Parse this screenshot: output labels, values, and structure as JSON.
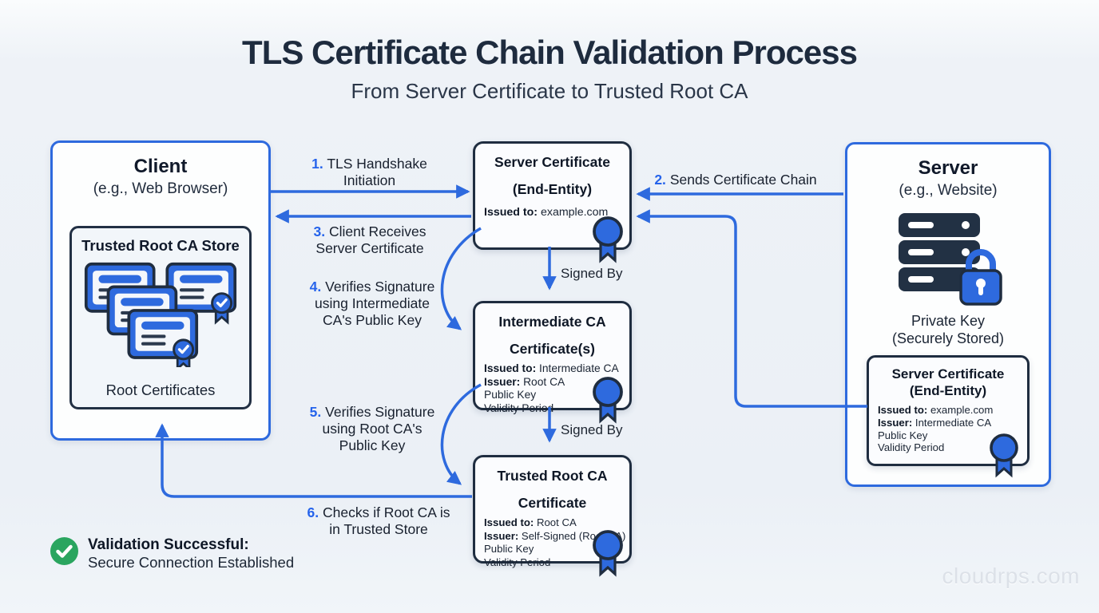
{
  "title": "TLS Certificate Chain Validation Process",
  "subtitle": "From Server Certificate to Trusted Root CA",
  "client": {
    "title": "Client",
    "subtitle": "(e.g., Web Browser)",
    "store_title": "Trusted Root CA Store",
    "store_caption": "Root Certificates"
  },
  "server": {
    "title": "Server",
    "subtitle": "(e.g., Website)",
    "private_key_line1": "Private Key",
    "private_key_line2": "(Securely Stored)",
    "certificate": {
      "title_line1": "Server Certificate",
      "title_line2": "(End-Entity)",
      "issued_to_label": "Issued to:",
      "issued_to_value": "example.com",
      "issuer_label": "Issuer:",
      "issuer_value": "Intermediate CA",
      "public_key": "Public Key",
      "validity_period": "Validity Period"
    }
  },
  "chain": {
    "server_cert": {
      "title_line1": "Server Certificate",
      "title_line2": "(End-Entity)",
      "issued_to_label": "Issued to:",
      "issued_to_value": "example.com"
    },
    "intermediate_cert": {
      "title_line1": "Intermediate CA",
      "title_line2": "Certificate(s)",
      "issued_to_label": "Issued to:",
      "issued_to_value": "Intermediate CA",
      "issuer_label": "Issuer:",
      "issuer_value": "Root CA",
      "public_key": "Public Key",
      "validity_period": "Validity Period"
    },
    "root_cert": {
      "title_line1": "Trusted Root CA",
      "title_line2": "Certificate",
      "issued_to_label": "Issued to:",
      "issued_to_value": "Root CA",
      "issuer_label": "Issuer:",
      "issuer_value": "Self-Signed (Root CA)",
      "public_key": "Public Key",
      "validity_period": "Validity Period"
    },
    "signed_by": "Signed By"
  },
  "steps": [
    {
      "num": "1.",
      "text": "TLS Handshake Initiation"
    },
    {
      "num": "2.",
      "text": "Sends Certificate Chain"
    },
    {
      "num": "3.",
      "text": "Client Receives Server Certificate"
    },
    {
      "num": "4.",
      "text": "Verifies Signature using Intermediate CA's Public Key"
    },
    {
      "num": "5.",
      "text": "Verifies Signature using Root CA's Public Key"
    },
    {
      "num": "6.",
      "text": "Checks if Root CA is in Trusted Store"
    }
  ],
  "validation": {
    "label": "Validation Successful:",
    "text": "Secure Connection Established"
  },
  "watermark": "cloudrps.com",
  "colors": {
    "blue": "#2e6ade",
    "navy": "#1f2d40",
    "green": "#2aa55f"
  }
}
